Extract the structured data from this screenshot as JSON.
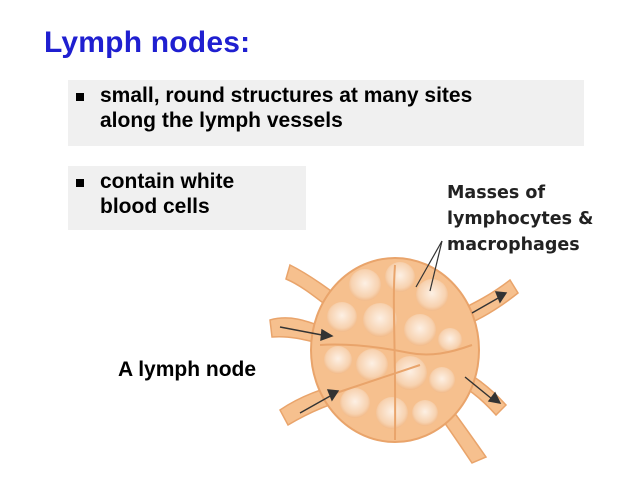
{
  "slide": {
    "title": "Lymph nodes:",
    "bullets": [
      {
        "line1": "small, round structures at many sites",
        "line2": "along the lymph vessels"
      },
      {
        "line1": "contain white",
        "line2": "blood cells"
      }
    ],
    "callout": "Masses of\nlymphocytes &\nmacrophages",
    "caption": "A lymph node"
  },
  "colors": {
    "title": "#1f1fd0",
    "box_bg": "#f0f0f0",
    "node_fill": "#f6c08e",
    "node_light": "#fbe3cf",
    "node_outline": "#e9a46b"
  }
}
